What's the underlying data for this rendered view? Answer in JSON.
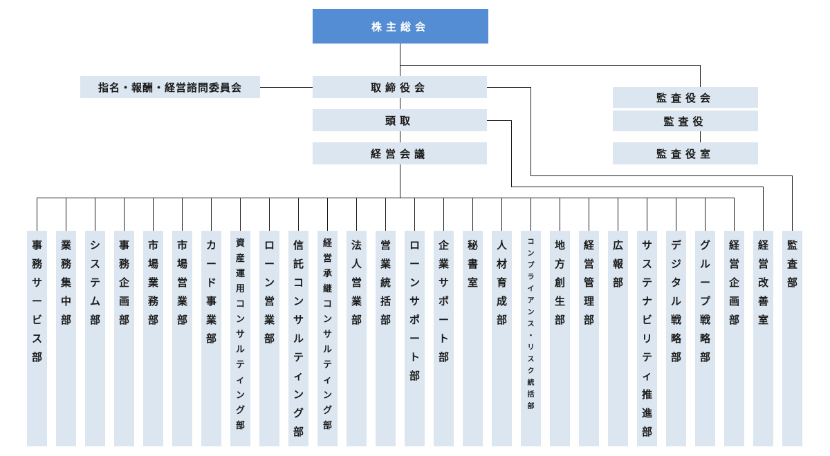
{
  "nodes": {
    "shareholders": "株主総会",
    "board": "取締役会",
    "president": "頭取",
    "management_committee": "経営会議",
    "advisory_committee": "指名・報酬・経営諮問委員会",
    "audit_board": "監査役会",
    "auditor": "監査役",
    "auditor_office": "監査役室"
  },
  "departments": [
    {
      "label": "事務サービス部",
      "style": "normal"
    },
    {
      "label": "業務集中部",
      "style": "normal"
    },
    {
      "label": "システム部",
      "style": "normal"
    },
    {
      "label": "事務企画部",
      "style": "normal"
    },
    {
      "label": "市場業務部",
      "style": "normal"
    },
    {
      "label": "市場営業部",
      "style": "normal"
    },
    {
      "label": "カード事業部",
      "style": "normal"
    },
    {
      "label": "資産運用コンサルティング部",
      "style": "tight"
    },
    {
      "label": "ローン営業部",
      "style": "normal"
    },
    {
      "label": "信託コンサルティング部",
      "style": "normal"
    },
    {
      "label": "経営承継コンサルティング部",
      "style": "tight"
    },
    {
      "label": "法人営業部",
      "style": "normal"
    },
    {
      "label": "営業統括部",
      "style": "normal"
    },
    {
      "label": "ローンサポート部",
      "style": "normal"
    },
    {
      "label": "企業サポート部",
      "style": "normal"
    },
    {
      "label": "秘書室",
      "style": "normal"
    },
    {
      "label": "人材育成部",
      "style": "normal"
    },
    {
      "label": "コンプライアンス・リスク統括部",
      "style": "small"
    },
    {
      "label": "地方創生部",
      "style": "normal"
    },
    {
      "label": "経営管理部",
      "style": "normal"
    },
    {
      "label": "広報部",
      "style": "normal"
    },
    {
      "label": "サステナビリティ推進部",
      "style": "normal"
    },
    {
      "label": "デジタル戦略部",
      "style": "normal"
    },
    {
      "label": "グループ戦略部",
      "style": "normal"
    },
    {
      "label": "経営企画部",
      "style": "normal"
    },
    {
      "label": "経営改善室",
      "style": "normal",
      "reports_to": "president"
    },
    {
      "label": "監査部",
      "style": "normal",
      "reports_to": "board"
    }
  ],
  "colors": {
    "top_box": "#548dd4",
    "box": "#dce6f0",
    "line": "#1a1a1a"
  }
}
